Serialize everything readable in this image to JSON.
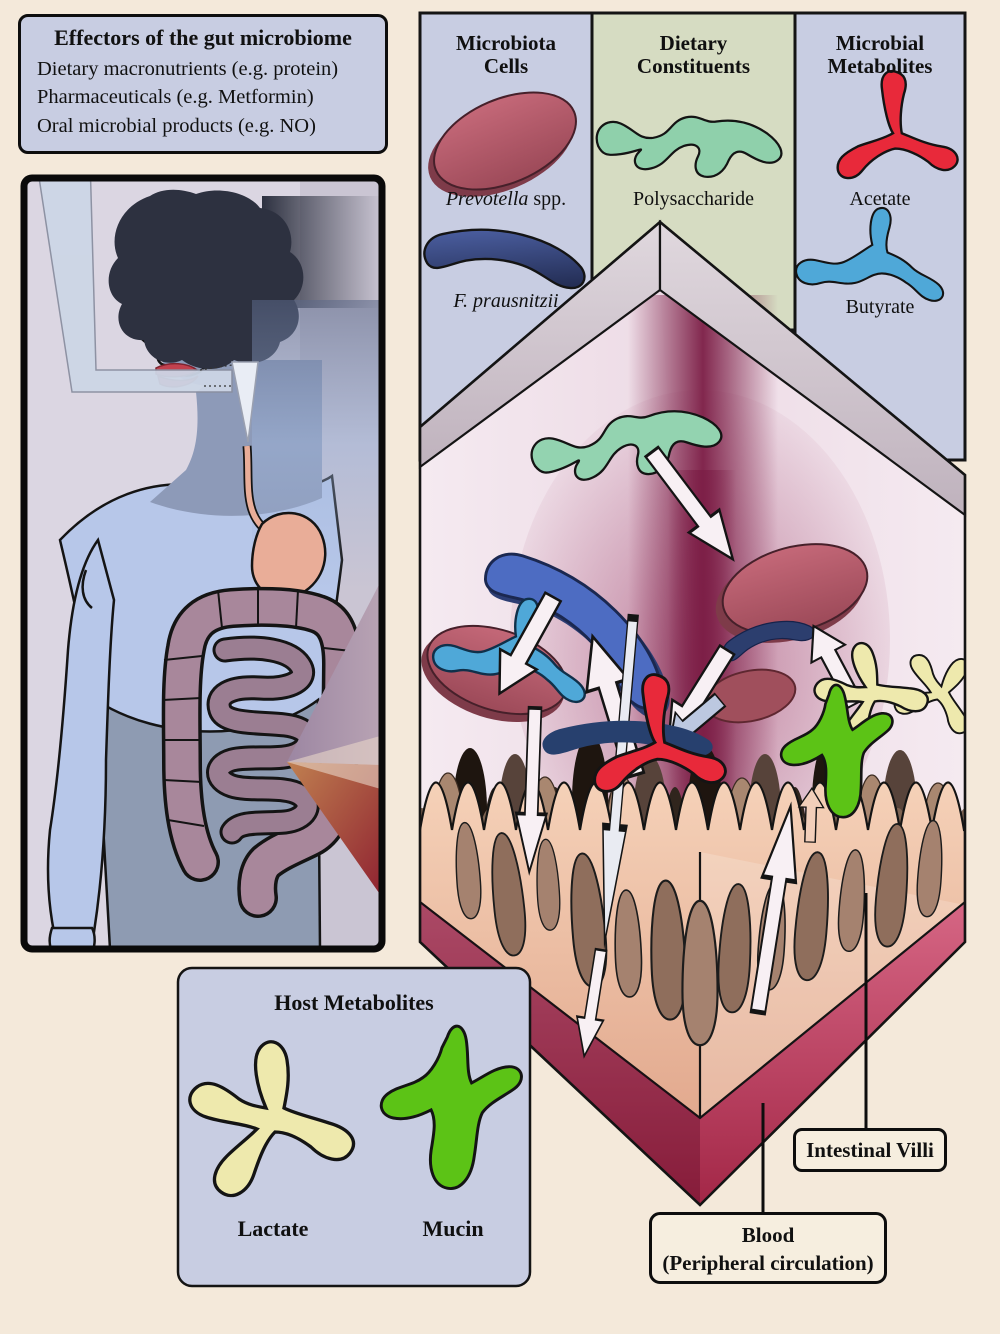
{
  "effectors": {
    "title": "Effectors of the gut microbiome",
    "items": [
      "Dietary macronutrients (e.g. protein)",
      "Pharmaceuticals (e.g. Metformin)",
      "Oral microbial products (e.g. NO)"
    ]
  },
  "panels": {
    "microbiota_cells": {
      "title_line1": "Microbiota",
      "title_line2": "Cells",
      "item1_genus": "Prevotella",
      "item1_suffix": " spp.",
      "item2": "F. prausnitzii"
    },
    "dietary_constituents": {
      "title_line1": "Dietary",
      "title_line2": "Constituents",
      "item1": "Polysaccharide"
    },
    "microbial_metabolites": {
      "title_line1": "Microbial",
      "title_line2": "Metabolites",
      "item1": "Acetate",
      "item2": "Butyrate"
    }
  },
  "host_metabolites": {
    "title": "Host Metabolites",
    "item1": "Lactate",
    "item2": "Mucin"
  },
  "callouts": {
    "intestinal_villi": "Intestinal Villi",
    "blood_line1": "Blood",
    "blood_line2": "(Peripheral circulation)"
  },
  "colors": {
    "page_bg": "#f4e9da",
    "panel_lavender": "#c8cde2",
    "panel_green": "#d6dcc2",
    "label_cream": "#f6eedf",
    "teal": "#8fd0ab",
    "navy_bacterium": "#3d4f86",
    "big_blue_bacterium": "#4d6cc2",
    "prevotella_maroon": "#b25c6b",
    "acetate_red": "#e8293a",
    "butyrate_blue": "#4fa8d8",
    "lactate_yellow": "#eee9ad",
    "mucin_green": "#5cc316",
    "lumen_wall_pink": "#ecd9e4",
    "corner_maroon": "#7c1e46",
    "tissue_peach": "#f2cbb0",
    "blood_red": "#a32747",
    "skin_blue": "#8d9ab8",
    "torso_blue": "#b7c7e9",
    "lower_body": "#8e9bb2",
    "hair_dark": "#2d3140",
    "stomach_pink": "#e9ad98",
    "colon_mauve": "#a8879b",
    "small_intestine": "#9b7e92",
    "figure_bg": "#dbd6e2"
  }
}
